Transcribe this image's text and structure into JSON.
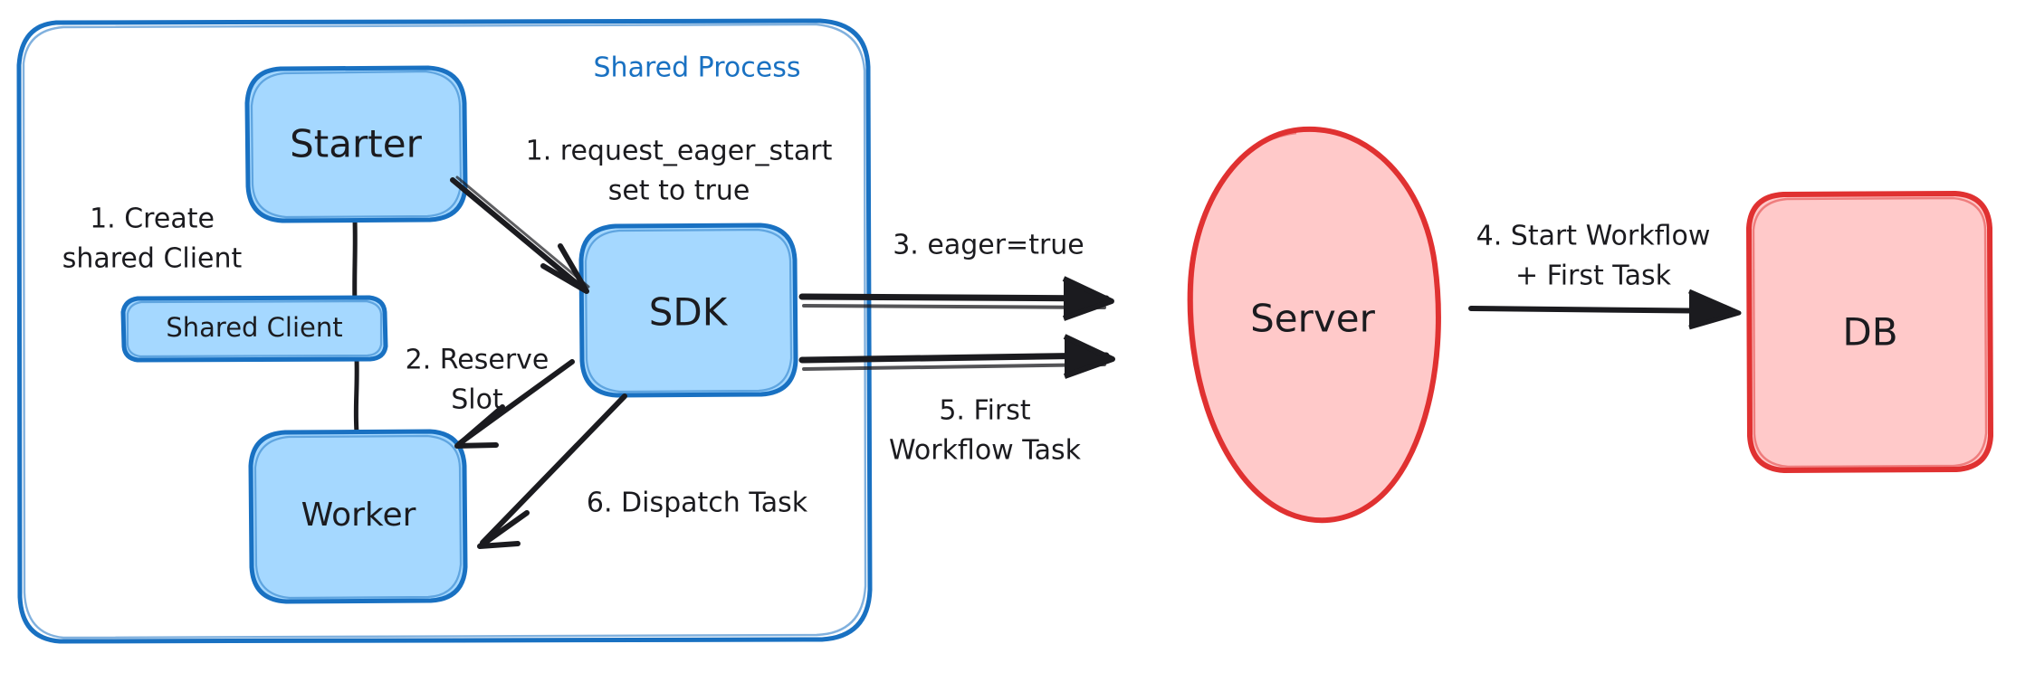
{
  "diagram": {
    "title_label": "Shared Process",
    "title_color": "#1971c2",
    "palette": {
      "blue_fill": "#a5d8ff",
      "blue_stroke": "#1971c2",
      "red_fill": "#ffc9c9",
      "red_stroke": "#e03131",
      "line": "#1b1b1f",
      "background": "#ffffff"
    },
    "nodes": [
      {
        "id": "starter",
        "label": "Starter",
        "shape": "rounded-rect",
        "fill": "#a5d8ff",
        "stroke": "#1971c2"
      },
      {
        "id": "shared_client",
        "label": "Shared Client",
        "shape": "rounded-rect",
        "fill": "#a5d8ff",
        "stroke": "#1971c2"
      },
      {
        "id": "worker",
        "label": "Worker",
        "shape": "rounded-rect",
        "fill": "#a5d8ff",
        "stroke": "#1971c2"
      },
      {
        "id": "sdk",
        "label": "SDK",
        "shape": "rounded-rect",
        "fill": "#a5d8ff",
        "stroke": "#1971c2"
      },
      {
        "id": "server",
        "label": "Server",
        "shape": "ellipse",
        "fill": "#ffc9c9",
        "stroke": "#e03131"
      },
      {
        "id": "db",
        "label": "DB",
        "shape": "rounded-rect",
        "fill": "#ffc9c9",
        "stroke": "#e03131"
      }
    ],
    "edges": [
      {
        "id": "e1",
        "from": "starter",
        "to": "shared_client",
        "label_line1": "1. Create",
        "label_line2": "shared Client",
        "arrow": false
      },
      {
        "id": "e2",
        "from": "starter",
        "to": "sdk",
        "label_line1": "1. request_eager_start",
        "label_line2": "set to true",
        "arrow": true
      },
      {
        "id": "e3",
        "from": "sdk",
        "to": "worker",
        "label_line1": "2. Reserve",
        "label_line2": "Slot",
        "arrow": true
      },
      {
        "id": "e4",
        "from": "sdk",
        "to": "server",
        "label_line1": "3. eager=true",
        "label_line2": "",
        "arrow": true
      },
      {
        "id": "e5",
        "from": "server",
        "to": "db",
        "label_line1": "4. Start Workflow",
        "label_line2": "+ First Task",
        "arrow": true
      },
      {
        "id": "e6",
        "from": "sdk",
        "to": "server",
        "label_line1": "5. First",
        "label_line2": "Workflow Task",
        "arrow": true
      },
      {
        "id": "e7",
        "from": "sdk",
        "to": "worker",
        "label_line1": "6. Dispatch Task",
        "label_line2": "",
        "arrow": true
      },
      {
        "id": "e8",
        "from": "shared_client",
        "to": "worker",
        "label_line1": "",
        "label_line2": "",
        "arrow": false
      }
    ]
  }
}
